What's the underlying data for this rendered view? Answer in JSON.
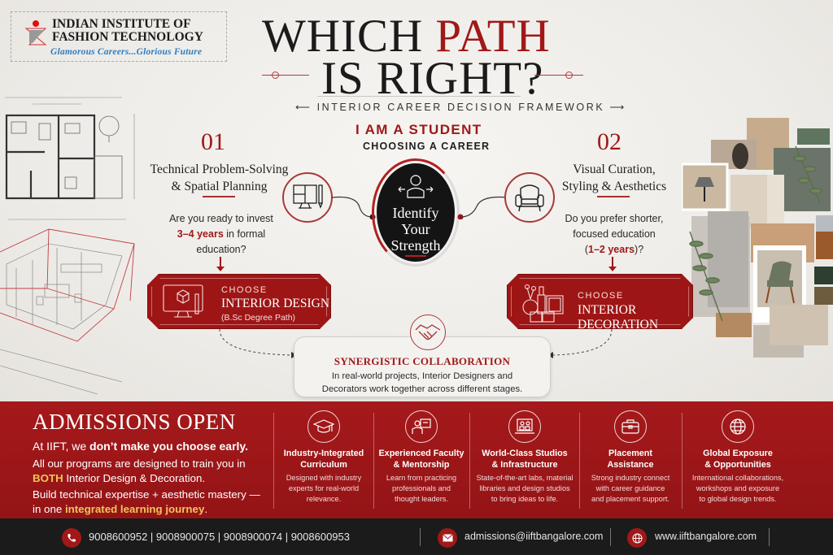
{
  "logo": {
    "name_line1": "INDIAN INSTITUTE OF",
    "name_line2": "FASHION TECHNOLOGY",
    "tagline": "Glamorous Careers...Glorious Future"
  },
  "header": {
    "title_part1": "WHICH ",
    "title_part2": "PATH",
    "title_line2": "IS RIGHT?",
    "subtitle": "INTERIOR CAREER DECISION FRAMEWORK"
  },
  "center": {
    "heading": "I AM A STUDENT",
    "subheading": "CHOOSING A CAREER",
    "hub_line1": "Identify",
    "hub_line2": "Your",
    "hub_line3": "Strength",
    "hub_icon": "person-arrows-icon"
  },
  "paths": [
    {
      "number": "01",
      "title_line1": "Technical Problem-Solving",
      "title_line2": "& Spatial Planning",
      "question_pre": "Are you ready to invest",
      "question_highlight": "3–4 years",
      "question_post": " in formal",
      "question_end": "education?",
      "icon": "blueprint-monitor-icon",
      "choose_label": "CHOOSE",
      "choice": "INTERIOR DESIGN",
      "choice_sub": "(B.Sc Degree Path)",
      "choice_icon": "cube-monitor-icon"
    },
    {
      "number": "02",
      "title_line1": "Visual Curation,",
      "title_line2": "Styling & Aesthetics",
      "question_pre": "Do you prefer shorter,",
      "question_mid": "focused education",
      "question_open": "(",
      "question_highlight": "1–2 years",
      "question_close": ")?",
      "icon": "armchair-icon",
      "choose_label": "CHOOSE",
      "choice": "INTERIOR DECORATION",
      "choice_icon": "decor-vase-frame-icon"
    }
  ],
  "collaboration": {
    "icon": "handshake-icon",
    "heading": "SYNERGISTIC COLLABORATION",
    "line1": "In real-world projects, Interior Designers and",
    "line2": "Decorators work together across different stages."
  },
  "admissions": {
    "heading": "ADMISSIONS OPEN",
    "l1_pre": "At IIFT, we ",
    "l1_bold": "don’t make you choose early.",
    "l2": "All our programs are designed to train you in",
    "l3_gold": "BOTH",
    "l3_rest": " Interior Design & Decoration.",
    "l4": "Build technical expertise + aesthetic mastery —",
    "l5_pre": "in one ",
    "l5_gold": "integrated learning journey",
    "l5_post": "."
  },
  "features": [
    {
      "icon": "graduation-cap-icon",
      "title_1": "Industry-Integrated",
      "title_2": "Curriculum",
      "desc_1": "Designed with industry",
      "desc_2": "experts for real-world",
      "desc_3": "relevance."
    },
    {
      "icon": "teacher-board-icon",
      "title_1": "Experienced Faculty",
      "title_2": "& Mentorship",
      "desc_1": "Learn from practicing",
      "desc_2": "professionals and",
      "desc_3": "thought leaders."
    },
    {
      "icon": "studio-laptop-icon",
      "title_1": "World-Class Studios",
      "title_2": "& Infrastructure",
      "desc_1": "State-of-the-art labs, material",
      "desc_2": "libraries and design studios",
      "desc_3": "to bring ideas to life."
    },
    {
      "icon": "briefcase-icon",
      "title_1": "Placement",
      "title_2": "Assistance",
      "desc_1": "Strong industry connect",
      "desc_2": "with career guidance",
      "desc_3": "and placement support."
    },
    {
      "icon": "globe-icon",
      "title_1": "Global Exposure",
      "title_2": "& Opportunities",
      "desc_1": "International collaborations,",
      "desc_2": "workshops and exposure",
      "desc_3": "to global design trends."
    }
  ],
  "footer": {
    "phones": "9008600952 | 9008900075 | 9008900074 | 9008600953",
    "email": "admissions@iiftbangalore.com",
    "website": "www.iiftbangalore.com"
  },
  "colors": {
    "brand_red": "#a01818",
    "band_red": "#9e1616",
    "dark": "#141414",
    "gold": "#f2c45a",
    "paper": "#efedea",
    "footer": "#1b1b1b"
  }
}
